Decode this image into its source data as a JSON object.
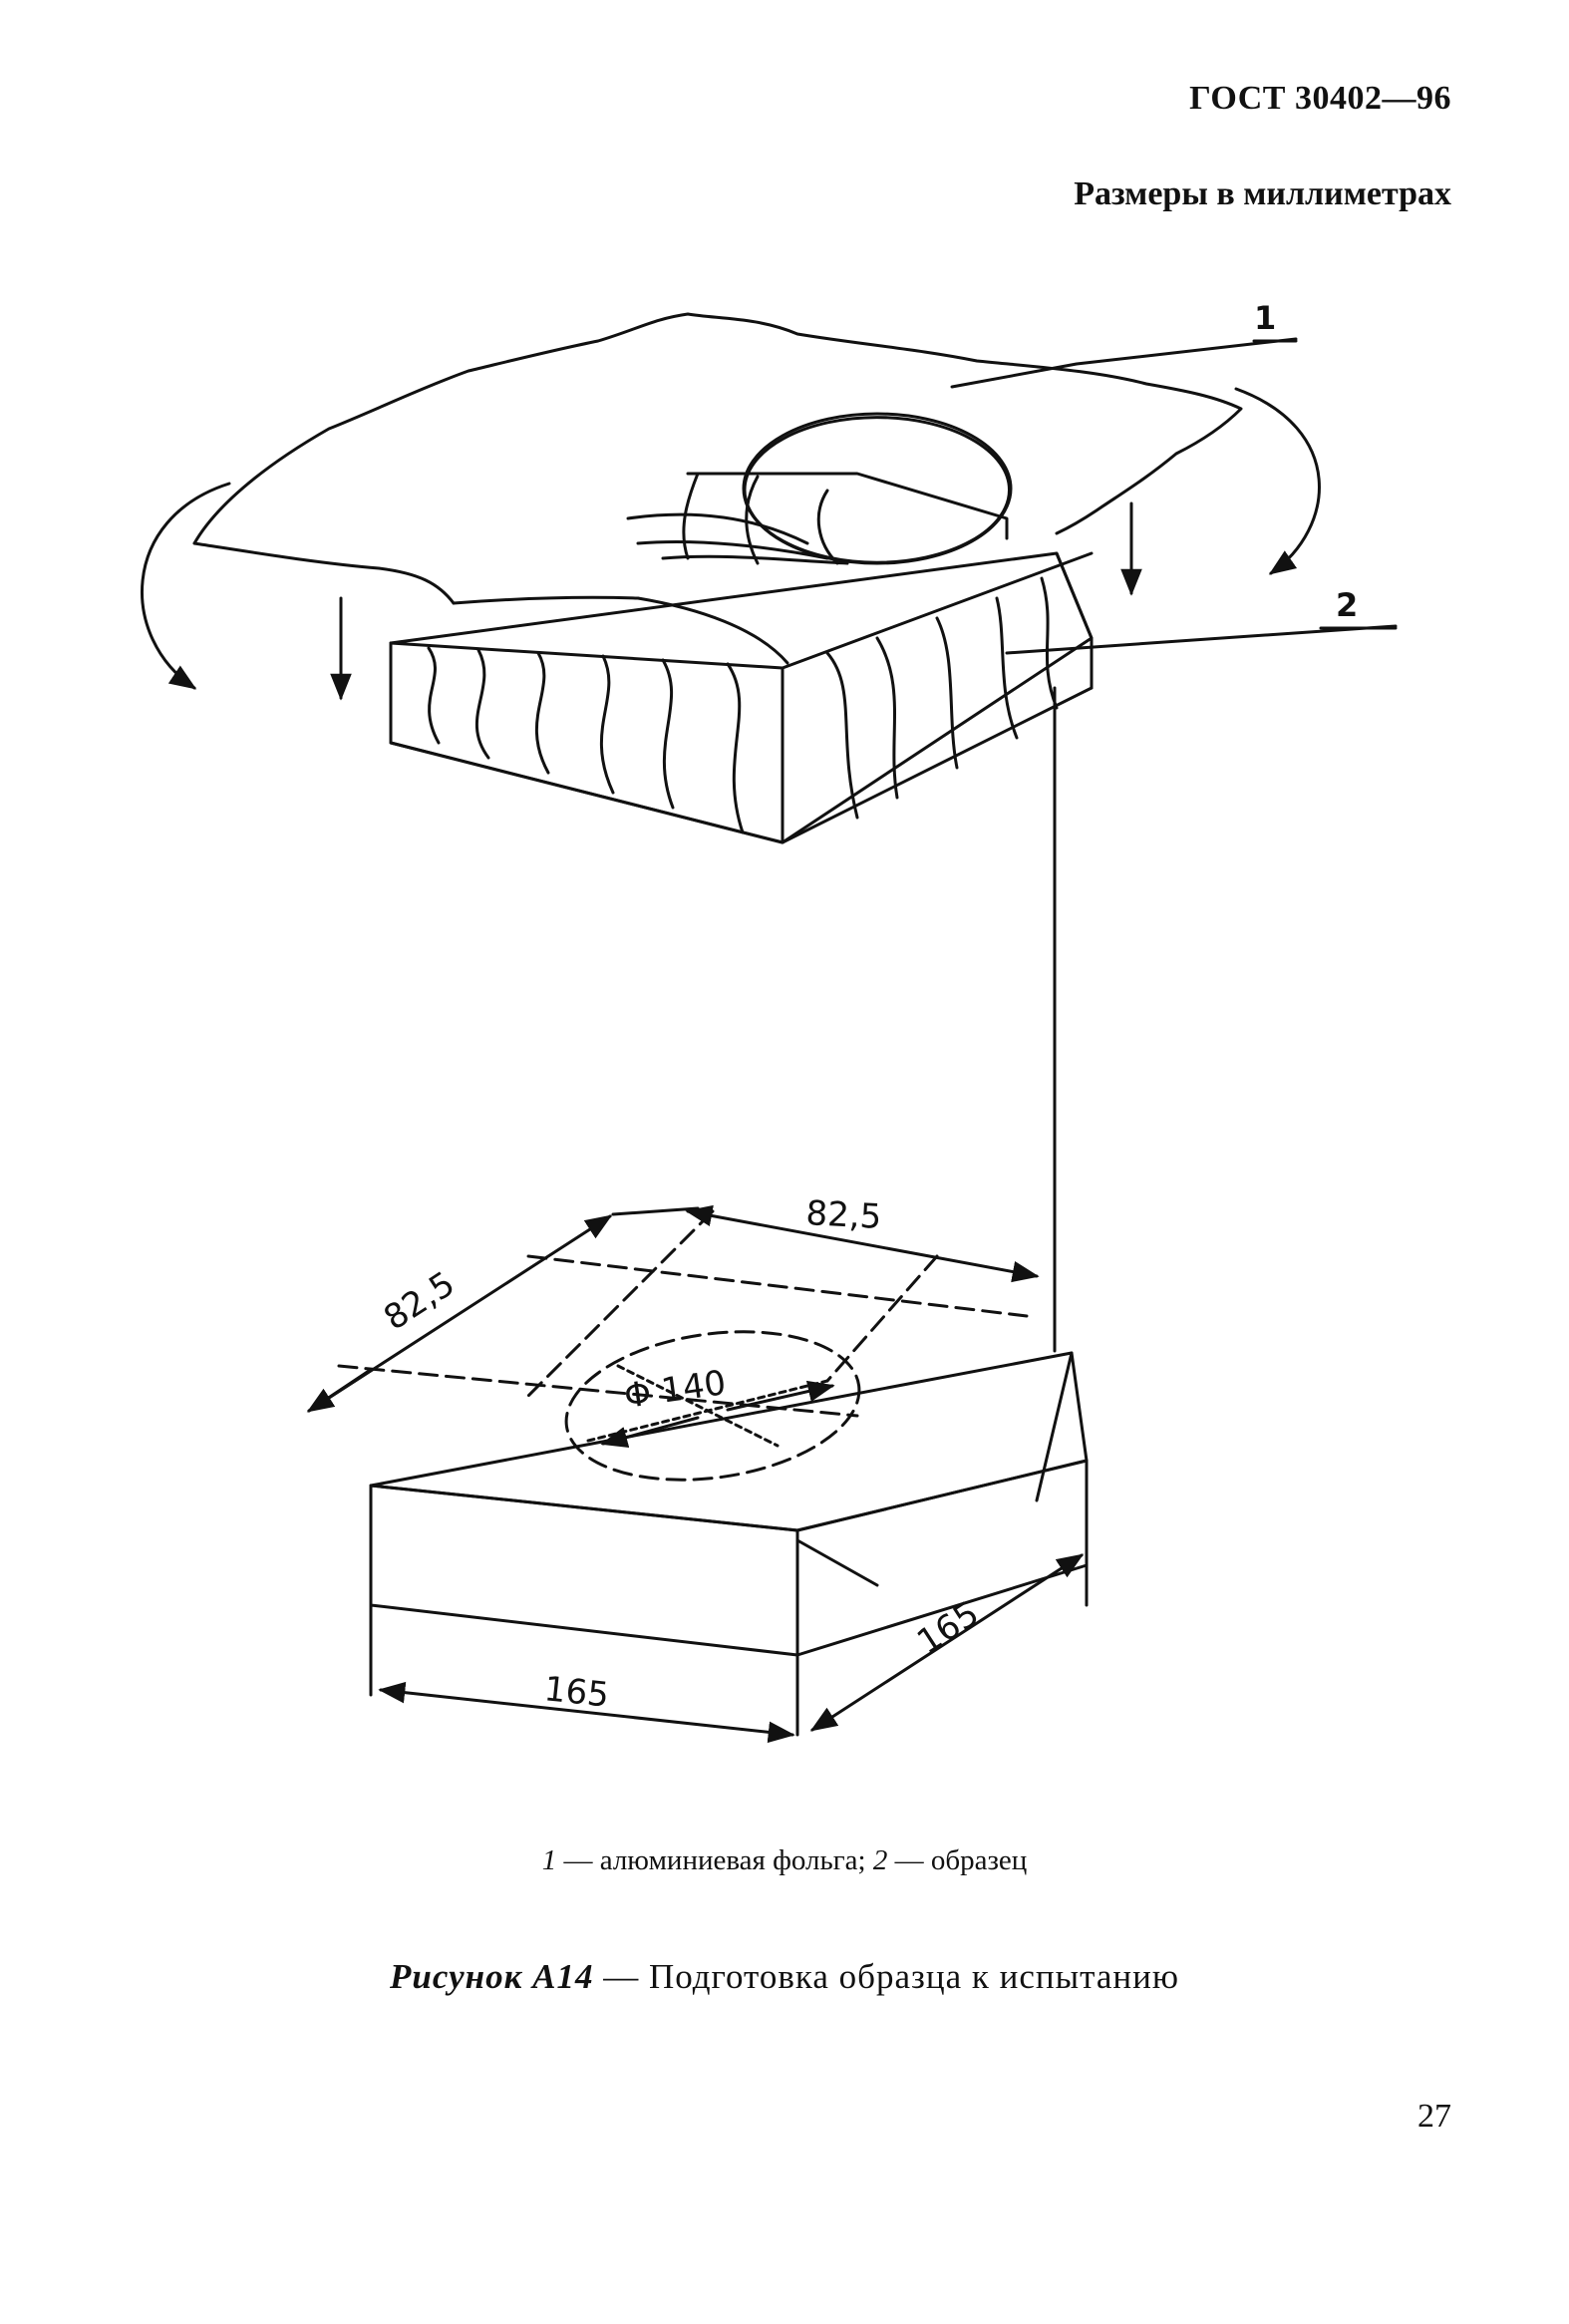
{
  "header": {
    "doc_code": "ГОСТ 30402—96",
    "units": "Размеры в миллиметрах"
  },
  "figure": {
    "callouts": [
      "1",
      "2"
    ],
    "dimensions": {
      "top_width": "82,5",
      "top_depth": "82,5",
      "diameter": "Φ 140",
      "front_width": "165",
      "side_width": "165"
    }
  },
  "legend": {
    "item1_num": "1",
    "item1_text": " — алюминиевая фольга; ",
    "item2_num": "2",
    "item2_text": " — образец"
  },
  "caption": {
    "label": "Рисунок А14",
    "text": " — Подготовка образца к испытанию"
  },
  "page_number": "27"
}
